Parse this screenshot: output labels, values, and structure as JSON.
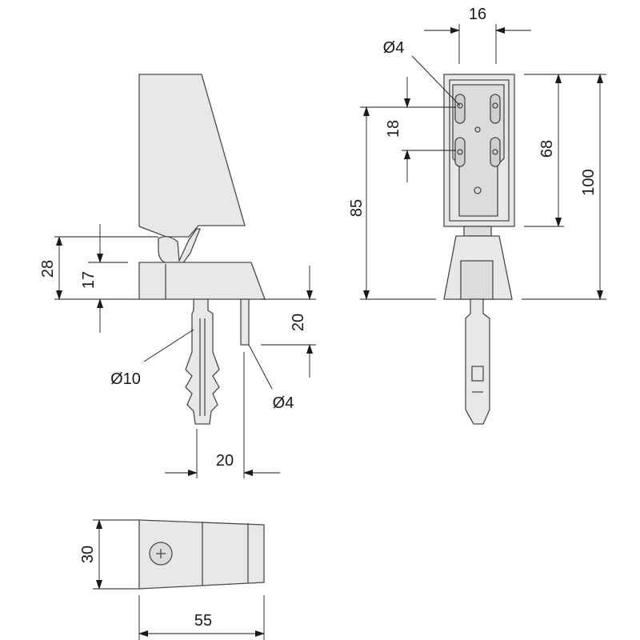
{
  "dimensions": {
    "top_width": "16",
    "hole_top": "Ø4",
    "slot_pitch": "18",
    "plate_height": "68",
    "overall_height": "100",
    "mount_height": "85",
    "side_height_28": "28",
    "side_height_17": "17",
    "plug_diameter": "Ø10",
    "pin_diameter": "Ø4",
    "pin_length": "20",
    "plug_offset": "20",
    "bottom_depth": "30",
    "bottom_length": "55"
  }
}
